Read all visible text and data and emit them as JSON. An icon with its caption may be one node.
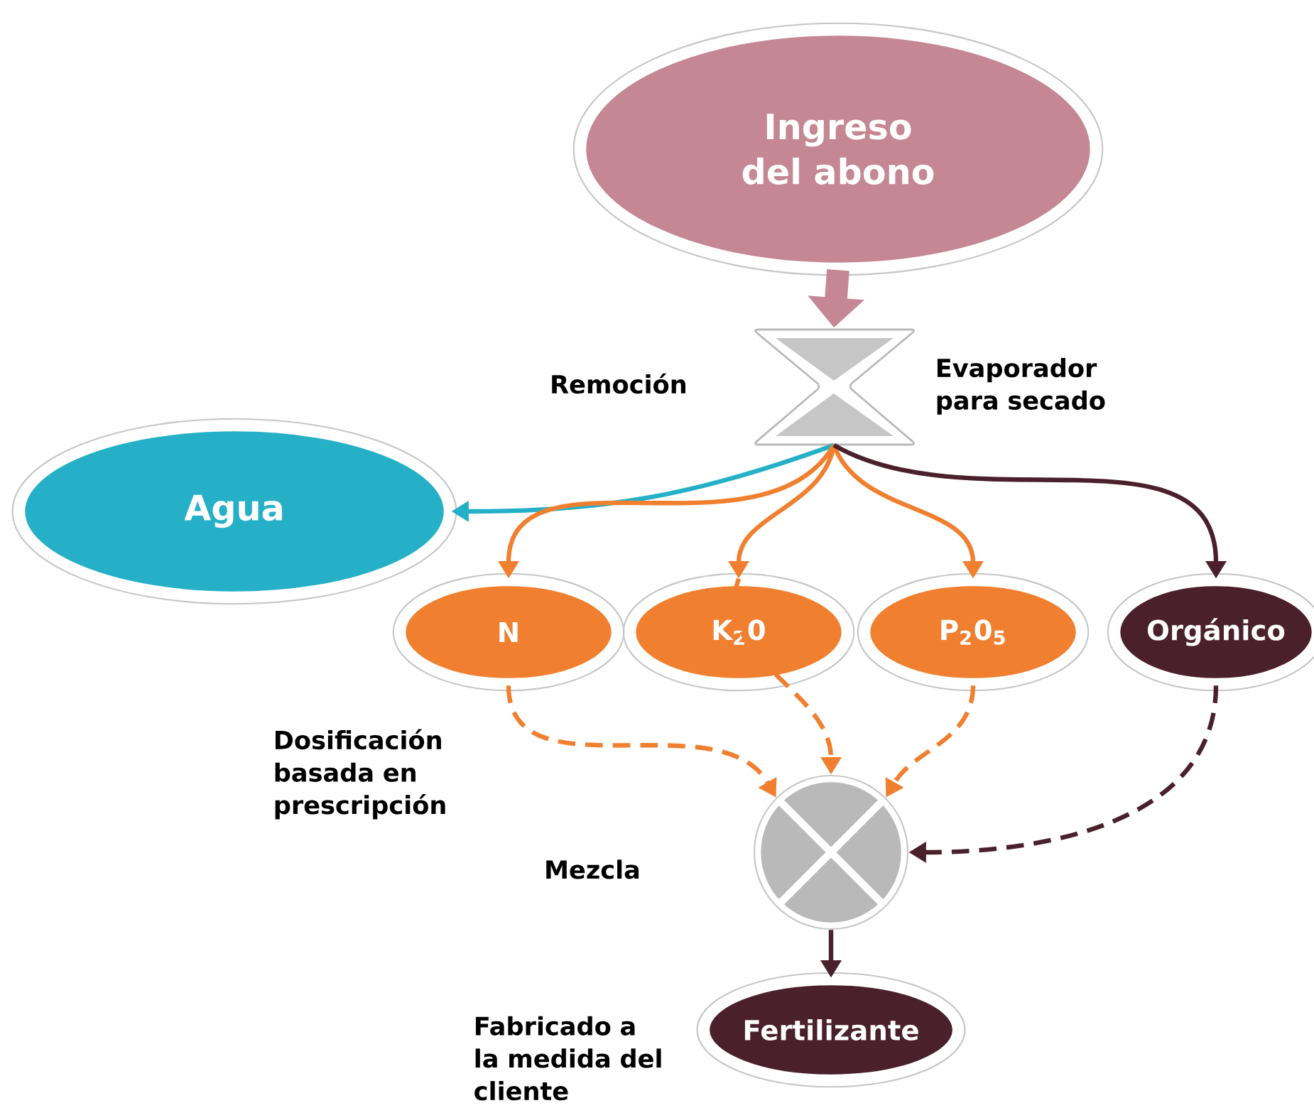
{
  "diagram": {
    "nodes": [
      {
        "text": [
          "Ingreso del abono"
        ]
      },
      {
        "text": [],
        "shape": "hourglass",
        "beside": [
          "Evaporador para secado"
        ]
      },
      {
        "text": [
          "Agua"
        ]
      },
      {
        "text": [
          "N"
        ]
      },
      {
        "text": [
          "K$_{2}$0"
        ]
      },
      {
        "text": [
          "P$_{2}$0$_{5}$"
        ]
      },
      {
        "text": [
          "Orgánico"
        ]
      },
      {
        "text": [],
        "shape": "circle"
      },
      {
        "text": [
          "Fertilizante"
        ],
        "beside": [
          "Fabricado a la medida del cliente"
        ]
      }
    ],
    "edges": [
      {
        "from": 0,
        "to": 1,
        "arrow": "to",
        "style": "thick",
        "color": "#c48793"
      },
      {
        "from": 1,
        "to": 2,
        "arrow": "to",
        "color": "#25b0c8"
      },
      {
        "from": 1,
        "to": 3,
        "arrow": "to"
      },
      {
        "from": 1,
        "to": 4,
        "arrow": "to"
      },
      {
        "from": 1,
        "to": 5,
        "arrow": "to"
      },
      {
        "from": 1,
        "to": 6,
        "arrow": "to",
        "color": "#4a202c"
      },
      {
        "from": 3,
        "to": 7,
        "arrow": "to",
        "style": "dashed"
      },
      {
        "from": 4,
        "to": 7,
        "arrow": "to",
        "style": "dashed"
      },
      {
        "from": 5,
        "to": 7,
        "arrow": "to",
        "style": "dashed"
      },
      {
        "from": 6,
        "to": 7,
        "arrow": "to",
        "style": "dashed",
        "color": "#4a202c"
      },
      {
        "from": 7,
        "to": 8,
        "arrow": "to",
        "color": "#4a202c"
      }
    ],
    "labels": [
      "Remoción",
      "Dosificación basada en prescripción",
      "Mezcla"
    ]
  }
}
